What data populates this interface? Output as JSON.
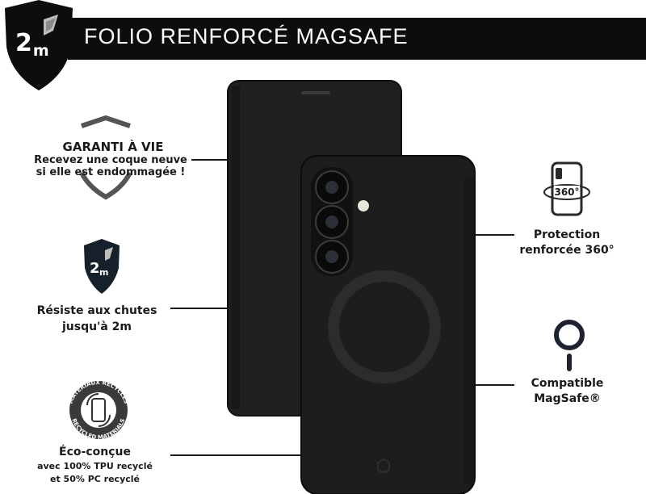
{
  "header": {
    "title": "FOLIO RENFORCÉ MAGSAFE",
    "badge_value": "2",
    "badge_unit": "m"
  },
  "features": {
    "warranty": {
      "title": "GARANTI À VIE",
      "line1": "Recevez une coque neuve",
      "line2": "si elle est endommagée !",
      "icon": "shield-outline-icon"
    },
    "drop": {
      "badge_value": "2",
      "badge_unit": "m",
      "line1": "Résiste aux chutes",
      "line2": "jusqu'à 2m",
      "icon": "shield-drop-icon"
    },
    "eco": {
      "badge_text_top": "MATÉRIAUX RECYCLÉS",
      "badge_text_bottom": "RECYCLED MATERIALS",
      "title": "Éco-conçue",
      "line1": "avec 100% TPU recyclé",
      "line2": "et 50% PC recyclé",
      "icon": "recycled-materials-icon"
    },
    "protection": {
      "icon_label": "360°",
      "line1": "Protection",
      "line2": "renforcée 360°",
      "icon": "phone-rotate-360-icon"
    },
    "magsafe": {
      "line1": "Compatible",
      "line2": "MagSafe®",
      "icon": "magsafe-ring-icon"
    }
  },
  "colors": {
    "banner": "#0d0d0d",
    "case": "#1c1c1c",
    "text": "#1a1a1a"
  }
}
